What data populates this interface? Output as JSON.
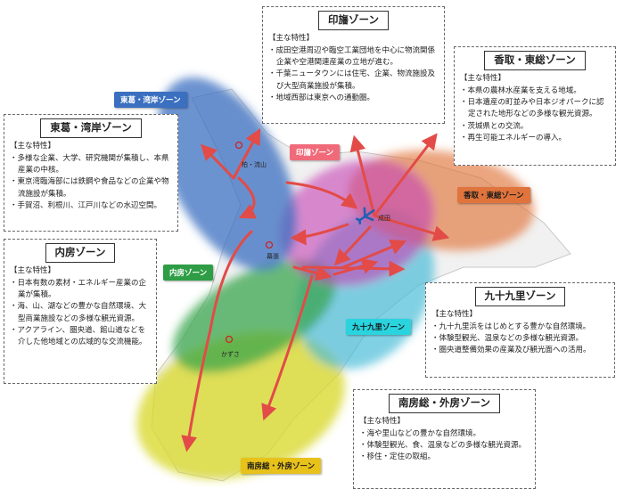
{
  "colors": {
    "tokatsu": "#3b6fc0",
    "inba": "#c745b7",
    "katori": "#e0743c",
    "uchibo": "#34a349",
    "kujukuri": "#3fb9d6",
    "minamiboso": "#d9d92a",
    "arrow": "#e24b47"
  },
  "zone_labels": {
    "tokatsu": "東葛・湾岸ゾーン",
    "inba": "印旛ゾーン",
    "katori": "香取・東総ゾーン",
    "uchibo": "内房ゾーン",
    "kujukuri": "九十九里ゾーン",
    "minamiboso": "南房総・外房ゾーン"
  },
  "places": {
    "kashiwa": "柏・流山",
    "makuhari": "幕張",
    "kazusa": "かずさ",
    "narita": "成田"
  },
  "airport_icon": "airplane-icon",
  "boxes": {
    "tokatsu": {
      "title": "東葛・湾岸ゾーン",
      "heading": "【主な特性】",
      "items": [
        "多様な企業、大学、研究機関が集積し、本県産業の中核。",
        "東京湾臨海部には鉄鋼や食品などの企業や物流施設が集積。",
        "手賀沼、利根川、江戸川などの水辺空間。"
      ]
    },
    "inba": {
      "title": "印旛ゾーン",
      "heading": "【主な特性】",
      "items": [
        "成田空港周辺や臨空工業団地を中心に物流関係企業や空港関連産業の立地が進む。",
        "千葉ニュータウンには住宅、企業、物流施設及び大型商業施設が集積。",
        "地域西部は東京への通勤圏。"
      ]
    },
    "katori": {
      "title": "香取・東総ゾーン",
      "heading": "【主な特性】",
      "items": [
        "本県の農林水産業を支える地域。",
        "日本遺産の町並みや日本ジオパークに認定された地形などの多様な観光資源。",
        "茨城県との交流。",
        "再生可能エネルギーの導入。"
      ]
    },
    "uchibo": {
      "title": "内房ゾーン",
      "heading": "【主な特性】",
      "items": [
        "日本有数の素材・エネルギー産業の企業が集積。",
        "海、山、湖などの豊かな自然環境、大型商業施設などの多様な観光資源。",
        "アクアライン、圏央道、館山道などを介した他地域との広域的な交流機能。"
      ]
    },
    "kujukuri": {
      "title": "九十九里ゾーン",
      "heading": "【主な特性】",
      "items": [
        "九十九里浜をはじめとする豊かな自然環境。",
        "体験型観光、温泉などの多様な観光資源。",
        "圏央道整備効果の産業及び観光面への活用。"
      ]
    },
    "minamiboso": {
      "title": "南房総・外房ゾーン",
      "heading": "【主な特性】",
      "items": [
        "海や里山などの豊かな自然環境。",
        "体験型観光、食、温泉などの多様な観光資源。",
        "移住・定住の取組。"
      ]
    }
  }
}
